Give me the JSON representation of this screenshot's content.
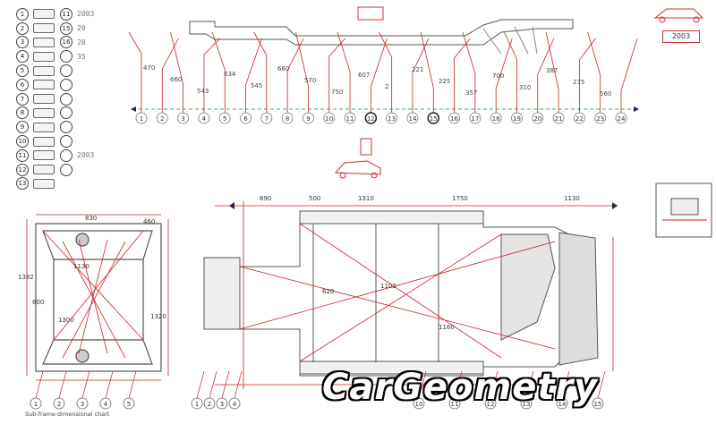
{
  "diagram": {
    "year_tag": "2003",
    "watermark": "CarGeometry",
    "footnote": "Sub-frame dimensional chart",
    "legend": [
      {
        "n": "1",
        "v": ""
      },
      {
        "n": "2",
        "v": ""
      },
      {
        "n": "3",
        "v": ""
      },
      {
        "n": "4",
        "v": ""
      },
      {
        "n": "5",
        "v": ""
      },
      {
        "n": "6",
        "v": ""
      },
      {
        "n": "7",
        "v": ""
      },
      {
        "n": "8",
        "v": ""
      },
      {
        "n": "9",
        "v": ""
      },
      {
        "n": "10",
        "v": ""
      },
      {
        "n": "11",
        "v": ""
      },
      {
        "n": "12",
        "v": ""
      },
      {
        "n": "13",
        "v": ""
      }
    ],
    "legend_right": [
      {
        "n": "11",
        "v": "2003"
      },
      {
        "n": "15",
        "v": "20"
      },
      {
        "n": "16",
        "v": "20"
      },
      {
        "n": "",
        "v": "35"
      },
      {
        "n": "",
        "v": ""
      },
      {
        "n": "",
        "v": ""
      },
      {
        "n": "",
        "v": ""
      },
      {
        "n": "",
        "v": ""
      },
      {
        "n": "",
        "v": ""
      },
      {
        "n": "",
        "v": ""
      },
      {
        "n": "",
        "v": "2003"
      },
      {
        "n": "",
        "v": ""
      }
    ],
    "top_points": [
      "1",
      "2",
      "3",
      "4",
      "5",
      "6",
      "7",
      "8",
      "9",
      "10",
      "11",
      "12",
      "13",
      "14",
      "15",
      "16",
      "17",
      "18",
      "19",
      "20",
      "21",
      "22",
      "23",
      "24"
    ],
    "top_values": [
      "470",
      "660",
      "543",
      "634",
      "545",
      "660",
      "570",
      "750",
      "607",
      "2",
      "221",
      "225",
      "357",
      "700",
      "310",
      "387",
      "275",
      "560"
    ],
    "bottom_points_left": [
      "1",
      "2",
      "3",
      "4",
      "5"
    ],
    "bottom_points_mid": [
      "1",
      "2",
      "3",
      "4"
    ],
    "bottom_points_right": [
      "10",
      "11",
      "12",
      "13",
      "14",
      "15"
    ],
    "front_dims": [
      "830",
      "460",
      "1130",
      "1382",
      "800",
      "1300",
      "1320"
    ],
    "under_dims": [
      "890",
      "500",
      "1310",
      "1750",
      "1130",
      "620",
      "1102",
      "1160"
    ]
  }
}
